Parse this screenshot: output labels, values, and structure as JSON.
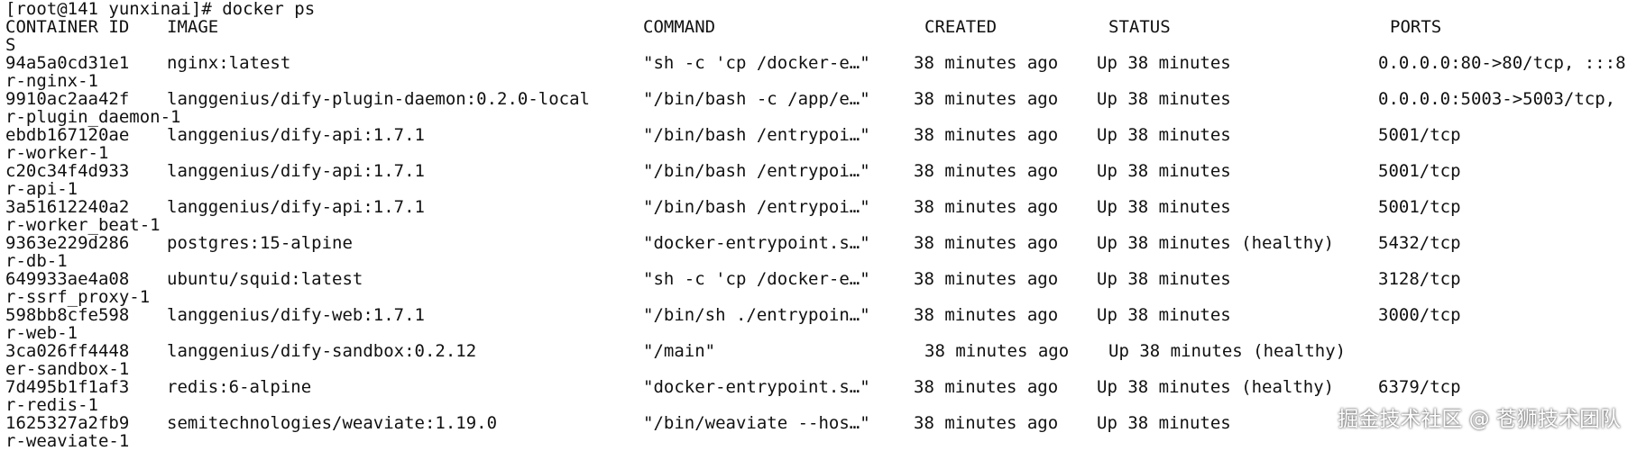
{
  "terminal": {
    "prompt_line": "[root@141 yunxinai]# docker ps",
    "header": {
      "container_id": "CONTAINER ID",
      "image": "IMAGE",
      "command": "COMMAND",
      "created": "CREATED",
      "status": "STATUS",
      "ports": "PORTS",
      "wrap": "S"
    },
    "rows": [
      {
        "container_id": "94a5a0cd31e1",
        "image": "nginx:latest",
        "command": "\"sh -c 'cp /docker-e…\"",
        "created": "38 minutes ago",
        "status": "Up 38 minutes",
        "ports": "0.0.0.0:80->80/tcp, :::8",
        "wrap": "r-nginx-1"
      },
      {
        "container_id": "9910ac2aa42f",
        "image": "langgenius/dify-plugin-daemon:0.2.0-local",
        "command": "\"/bin/bash -c /app/e…\"",
        "created": "38 minutes ago",
        "status": "Up 38 minutes",
        "ports": "0.0.0.0:5003->5003/tcp,",
        "wrap": "r-plugin_daemon-1"
      },
      {
        "container_id": "ebdb167120ae",
        "image": "langgenius/dify-api:1.7.1",
        "command": "\"/bin/bash /entrypoi…\"",
        "created": "38 minutes ago",
        "status": "Up 38 minutes",
        "ports": "5001/tcp",
        "wrap": "r-worker-1"
      },
      {
        "container_id": "c20c34f4d933",
        "image": "langgenius/dify-api:1.7.1",
        "command": "\"/bin/bash /entrypoi…\"",
        "created": "38 minutes ago",
        "status": "Up 38 minutes",
        "ports": "5001/tcp",
        "wrap": "r-api-1"
      },
      {
        "container_id": "3a51612240a2",
        "image": "langgenius/dify-api:1.7.1",
        "command": "\"/bin/bash /entrypoi…\"",
        "created": "38 minutes ago",
        "status": "Up 38 minutes",
        "ports": "5001/tcp",
        "wrap": "r-worker_beat-1"
      },
      {
        "container_id": "9363e229d286",
        "image": "postgres:15-alpine",
        "command": "\"docker-entrypoint.s…\"",
        "created": "38 minutes ago",
        "status": "Up 38 minutes (healthy)",
        "ports": "5432/tcp",
        "wrap": "r-db-1"
      },
      {
        "container_id": "649933ae4a08",
        "image": "ubuntu/squid:latest",
        "command": "\"sh -c 'cp /docker-e…\"",
        "created": "38 minutes ago",
        "status": "Up 38 minutes",
        "ports": "3128/tcp",
        "wrap": "r-ssrf_proxy-1"
      },
      {
        "container_id": "598bb8cfe598",
        "image": "langgenius/dify-web:1.7.1",
        "command": "\"/bin/sh ./entrypoin…\"",
        "created": "38 minutes ago",
        "status": "Up 38 minutes",
        "ports": "3000/tcp",
        "wrap": "r-web-1"
      },
      {
        "container_id": "3ca026ff4448",
        "image": "langgenius/dify-sandbox:0.2.12",
        "command": "\"/main\"",
        "created": "38 minutes ago",
        "status": "Up 38 minutes (healthy)",
        "ports": "",
        "wrap": "er-sandbox-1"
      },
      {
        "container_id": "7d495b1f1af3",
        "image": "redis:6-alpine",
        "command": "\"docker-entrypoint.s…\"",
        "created": "38 minutes ago",
        "status": "Up 38 minutes (healthy)",
        "ports": "6379/tcp",
        "wrap": "r-redis-1"
      },
      {
        "container_id": "1625327a2fb9",
        "image": "semitechnologies/weaviate:1.19.0",
        "command": "\"/bin/weaviate --hos…\"",
        "created": "38 minutes ago",
        "status": "Up 38 minutes",
        "ports": "",
        "wrap": "r-weaviate-1"
      }
    ]
  },
  "watermark": "掘金技术社区 @ 苍狮技术团队"
}
